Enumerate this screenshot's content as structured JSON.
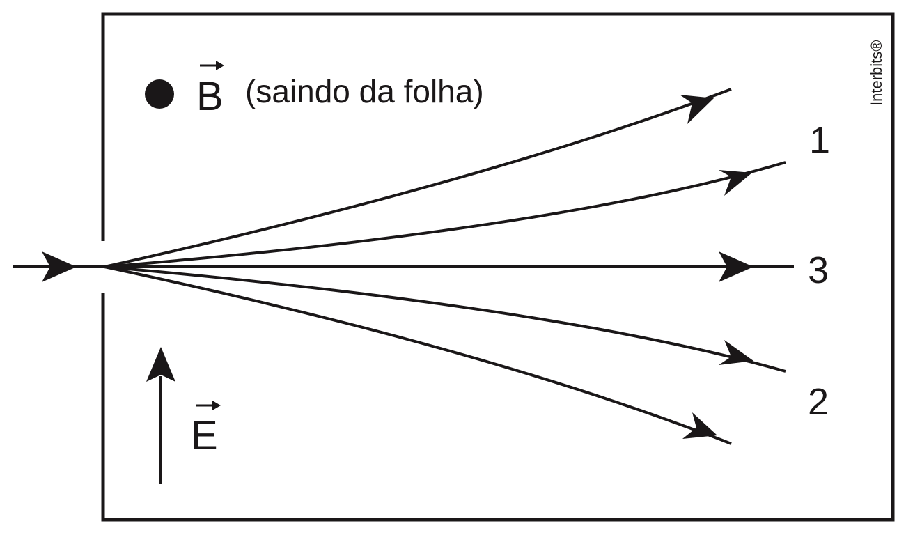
{
  "field_labels": {
    "magnetic": "B",
    "magnetic_note": "(saindo da folha)",
    "electric": "E"
  },
  "path_labels": {
    "path1": "1",
    "path3": "3",
    "path2": "2"
  },
  "credit": "Interbits®",
  "colors": {
    "stroke": "#1a1718",
    "background": "#ffffff"
  }
}
